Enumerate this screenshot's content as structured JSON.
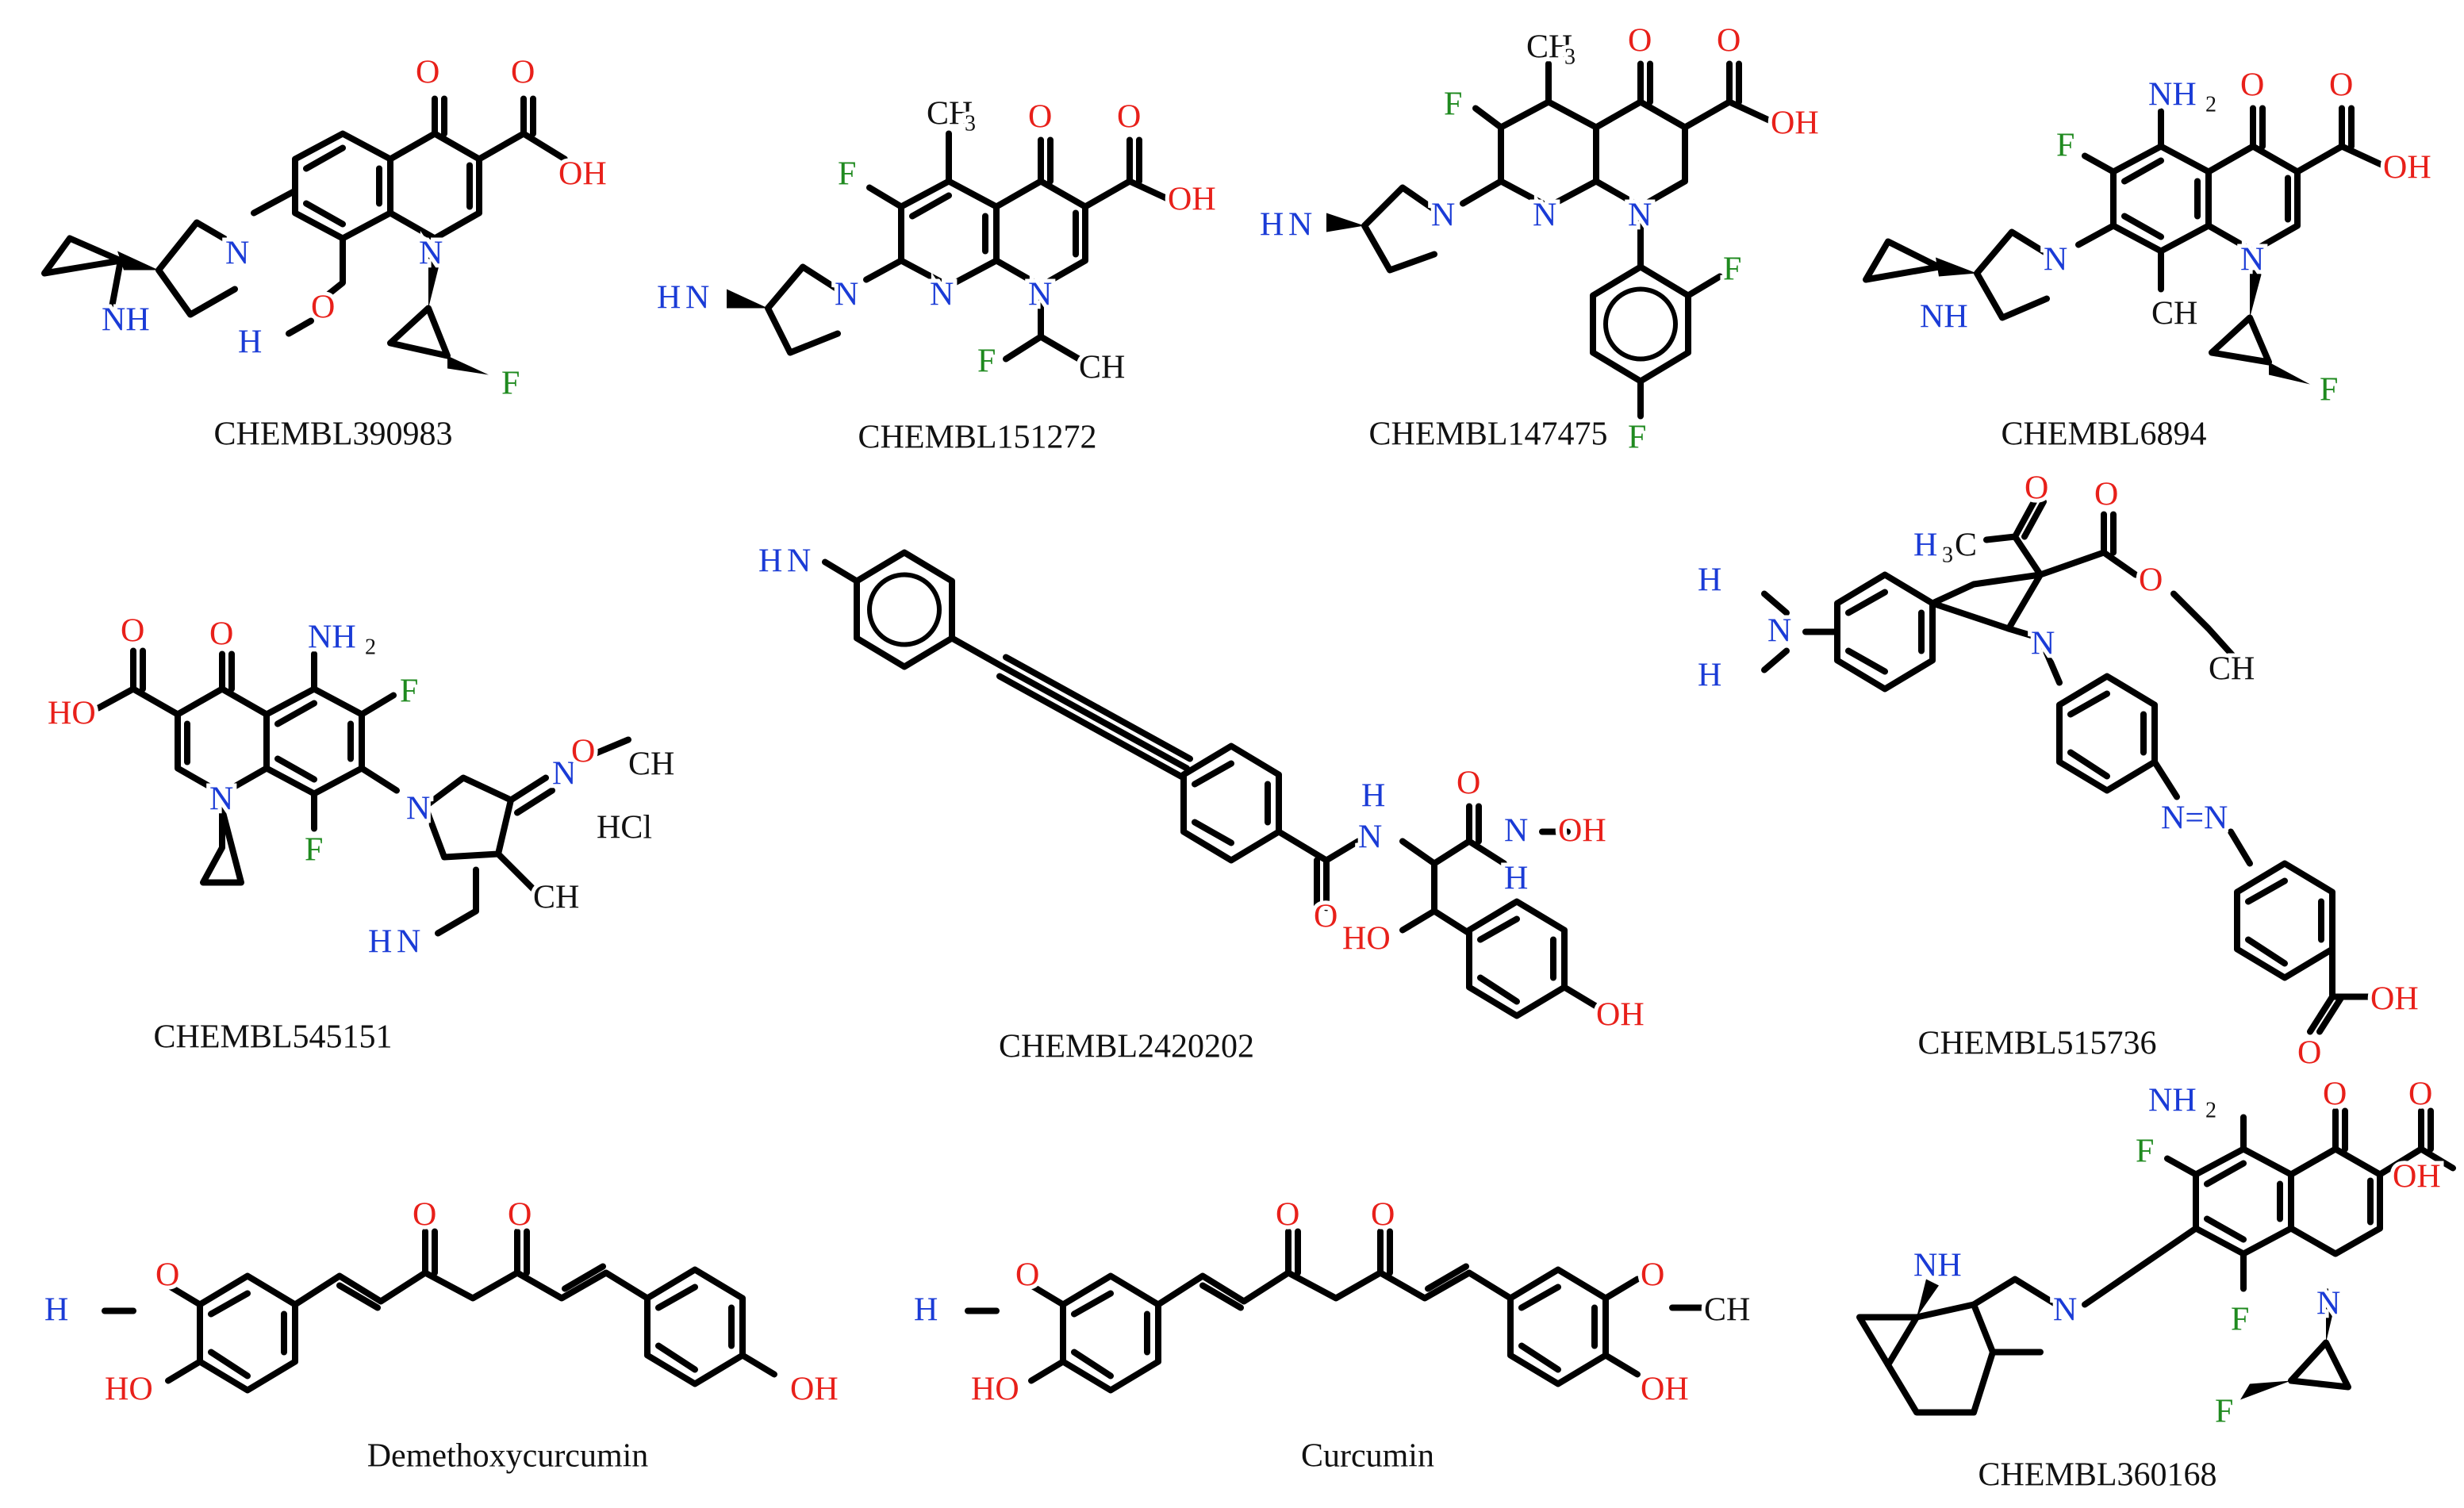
{
  "colors": {
    "oxygen": "#e8201a",
    "nitrogen": "#1a3bd6",
    "fluorine": "#1f8a1f",
    "carbon": "#111111"
  },
  "captions": {
    "c1": "CHEMBL390983",
    "c2": "CHEMBL151272",
    "c3": "CHEMBL147475",
    "c4": "CHEMBL6894",
    "c5": "CHEMBL545151",
    "c6": "CHEMBL2420202",
    "c7": "CHEMBL515736",
    "c8": "Demethoxycurcumin",
    "c9": "Curcumin",
    "c10": "CHEMBL360168"
  },
  "atoms": {
    "O": "O",
    "OH": "OH",
    "HO": "HO",
    "N": "N",
    "NH": "NH",
    "NH2": "NH",
    "H2N": "H",
    "H2N_N": "N",
    "H": "H",
    "F": "F",
    "HCl": "HCl",
    "CH3": "CH",
    "H3C": "H",
    "H3C_C": "C",
    "sub2": "2",
    "sub3": "3",
    "NN": "N=N"
  }
}
